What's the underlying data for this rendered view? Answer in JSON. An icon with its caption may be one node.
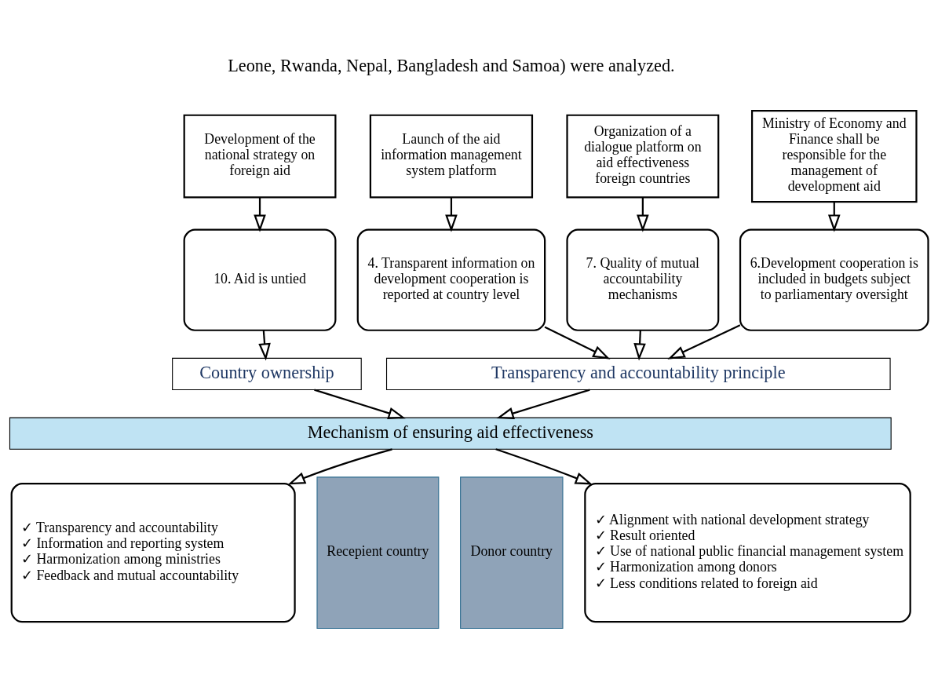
{
  "diagram": {
    "nodes": [
      {
        "text": [
          "Development of the national strategy on foreign aid"
        ]
      },
      {
        "text": [
          "Launch of the aid information management system platform"
        ]
      },
      {
        "text": [
          "Organization of a dialogue platform on aid effectiveness foreign countries"
        ]
      },
      {
        "text": [
          "Ministry of Economy and Finance shall be responsible for the management of development aid"
        ]
      },
      {
        "text": [
          "10. Aid is untied"
        ]
      },
      {
        "text": [
          "4. Transparent information on development cooperation is reported at country level"
        ]
      },
      {
        "text": [
          "7. Quality of mutual accountability mechanisms"
        ]
      },
      {
        "text": [
          "6.Development cooperation is included in budgets subject to parliamentary oversight"
        ]
      },
      {
        "text": [
          "Country ownership"
        ]
      },
      {
        "text": [
          "Transparency and accountability principle"
        ]
      },
      {
        "text": [
          "Mechanism of ensuring aid effectiveness"
        ]
      },
      {
        "text": [
          "✓ Alignment with national development strategy",
          "✓ Result oriented",
          "✓ Use of national public financial management system",
          "✓ Harmonization among donors",
          "✓ Less conditions related to foreign aid"
        ]
      },
      {
        "text": [
          "✓ Transparency and accountability",
          "✓ Information and reporting system",
          "✓ Harmonization among ministries",
          "✓ Feedback and mutual accountability"
        ]
      },
      {
        "text": [
          "Donor country"
        ]
      },
      {
        "text": [
          "Recepient country"
        ]
      }
    ],
    "edges": [
      {
        "from": 0,
        "to": 4,
        "arrow": "to"
      },
      {
        "from": 1,
        "to": 5,
        "arrow": "to"
      },
      {
        "from": 2,
        "to": 6,
        "arrow": "to"
      },
      {
        "from": 3,
        "to": 7,
        "arrow": "to"
      },
      {
        "from": 4,
        "to": 8,
        "arrow": "to"
      },
      {
        "from": 5,
        "to": 9,
        "arrow": "to"
      },
      {
        "from": 6,
        "to": 9,
        "arrow": "to"
      },
      {
        "from": 7,
        "to": 9,
        "arrow": "to"
      },
      {
        "from": 8,
        "to": 10,
        "arrow": "to"
      },
      {
        "from": 9,
        "to": 10,
        "arrow": "to"
      },
      {
        "from": 10,
        "to": 11,
        "arrow": "to"
      },
      {
        "from": 10,
        "to": 12,
        "arrow": "to"
      }
    ],
    "labels": [
      "Leone, Rwanda, Nepal, Bangladesh and Samoa) were analyzed."
    ]
  }
}
